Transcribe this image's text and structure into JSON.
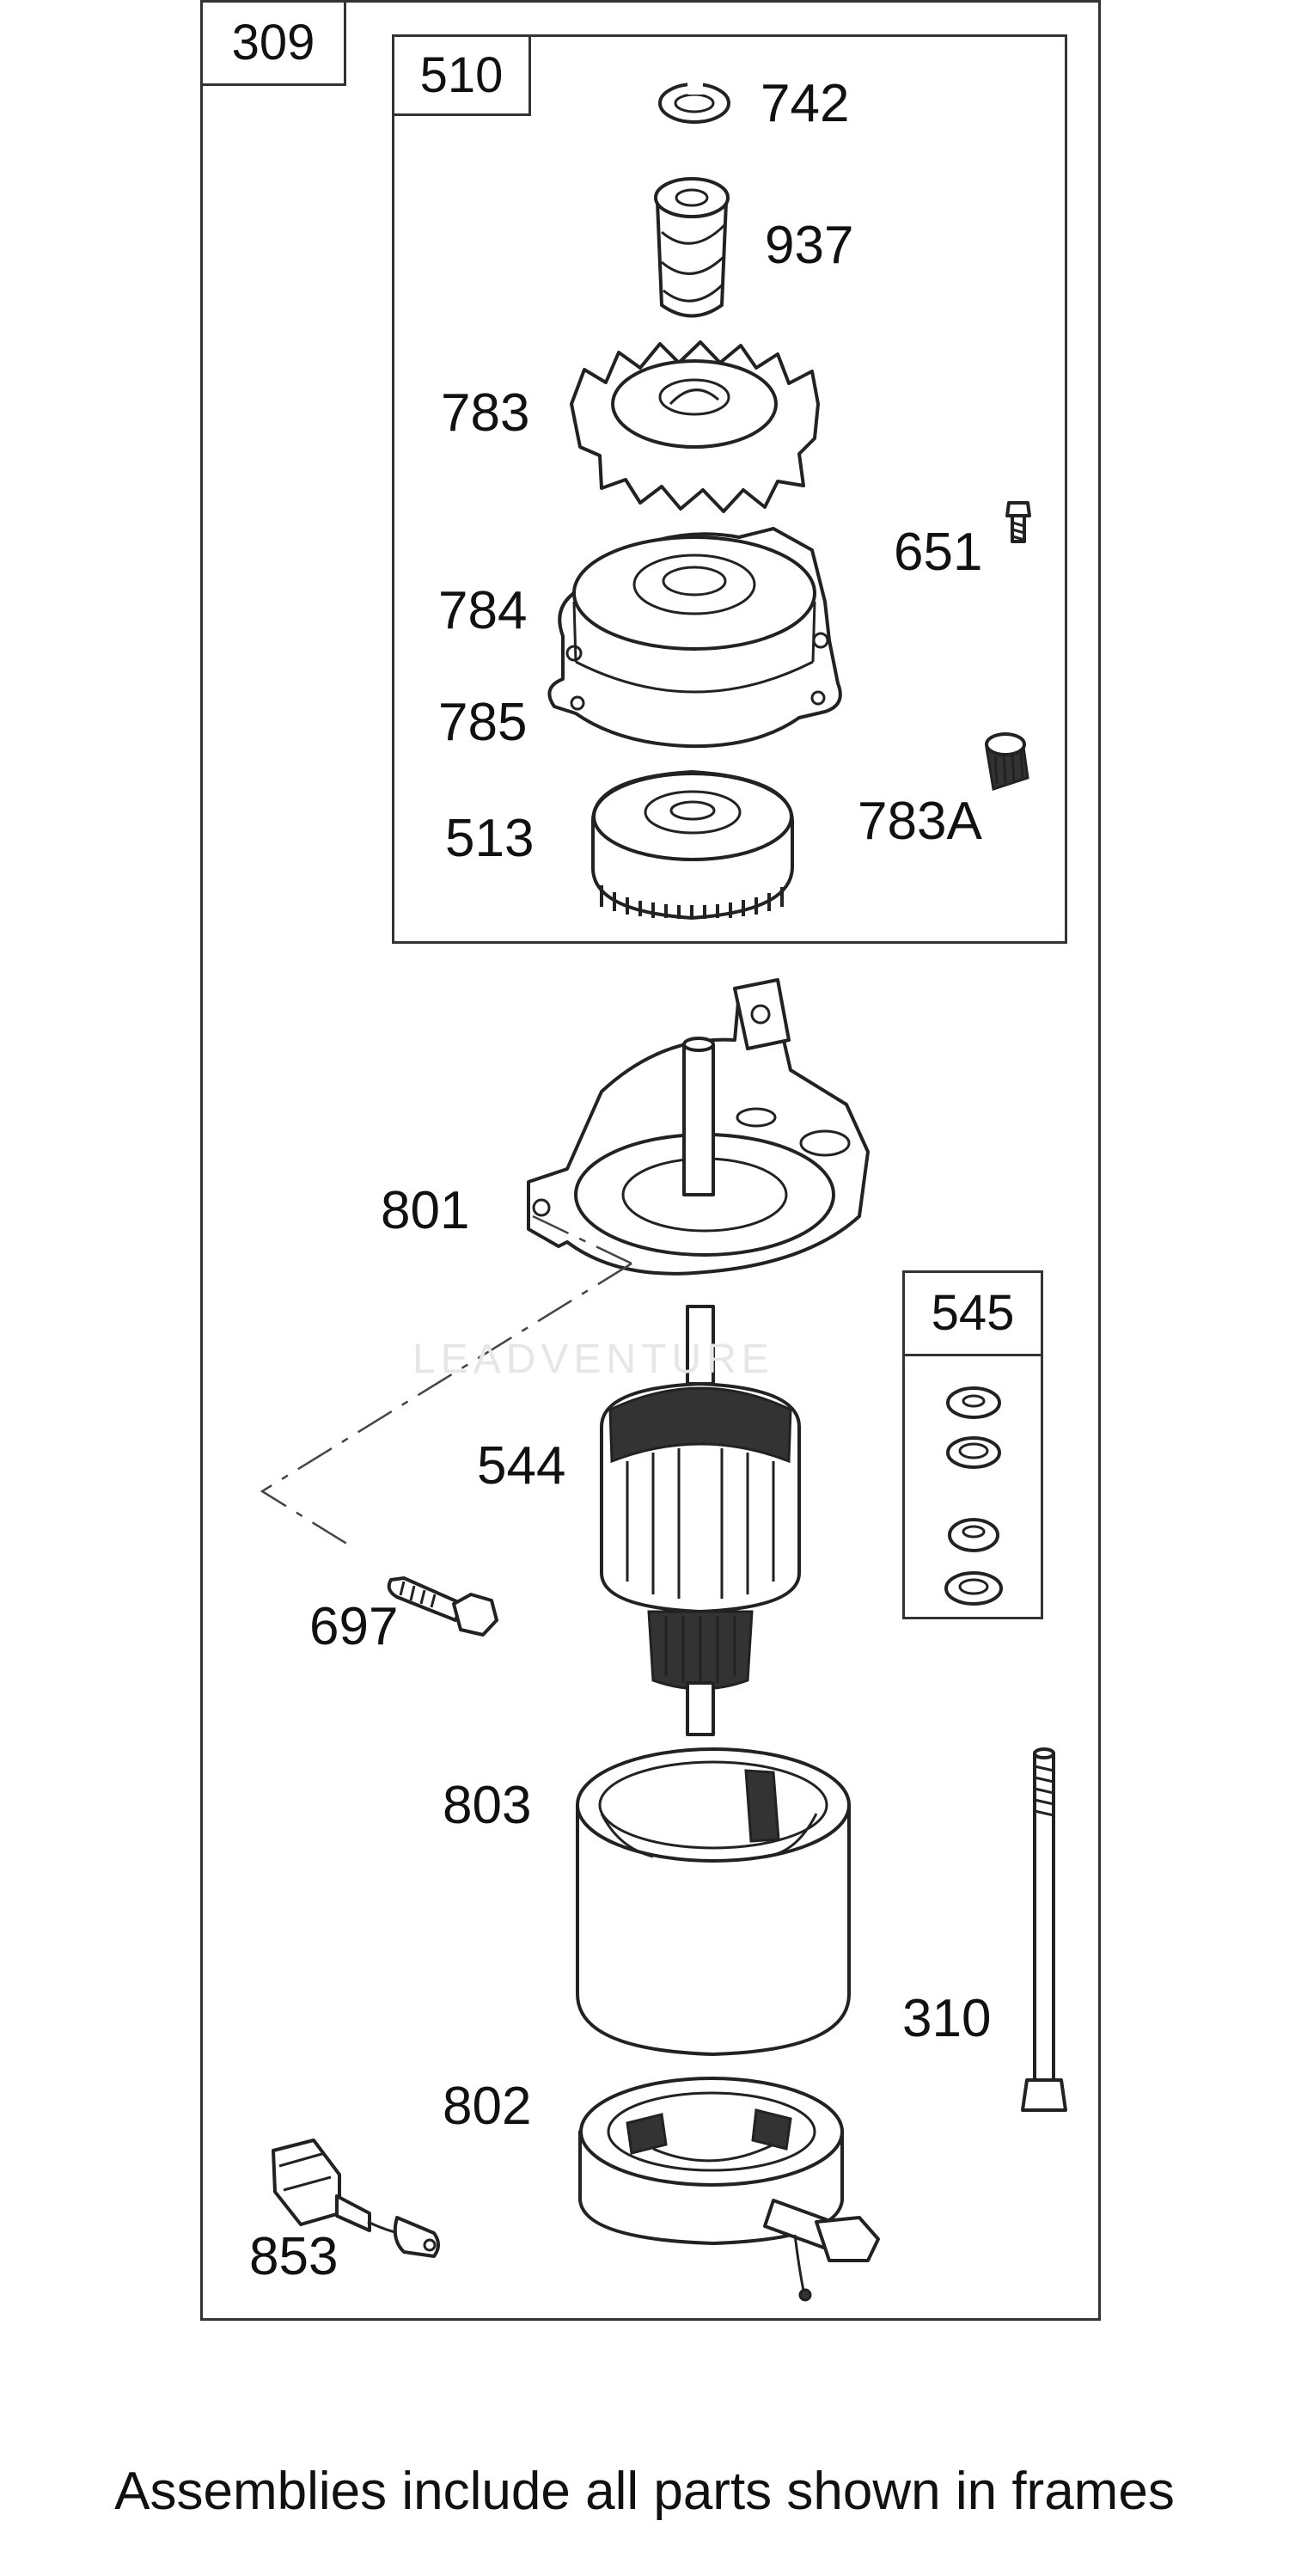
{
  "frames": {
    "outer": {
      "tag": "309"
    },
    "drive_assembly": {
      "tag": "510"
    },
    "bearing_kit": {
      "tag": "545"
    }
  },
  "parts": [
    {
      "id": "742",
      "label": "742"
    },
    {
      "id": "937",
      "label": "937"
    },
    {
      "id": "783",
      "label": "783"
    },
    {
      "id": "651",
      "label": "651"
    },
    {
      "id": "784",
      "label": "784"
    },
    {
      "id": "785",
      "label": "785"
    },
    {
      "id": "783A",
      "label": "783A"
    },
    {
      "id": "513",
      "label": "513"
    },
    {
      "id": "801",
      "label": "801"
    },
    {
      "id": "544",
      "label": "544"
    },
    {
      "id": "697",
      "label": "697"
    },
    {
      "id": "803",
      "label": "803"
    },
    {
      "id": "310",
      "label": "310"
    },
    {
      "id": "802",
      "label": "802"
    },
    {
      "id": "853",
      "label": "853"
    }
  ],
  "watermark": "LEADVENTURE",
  "caption": "Assemblies include all parts shown in frames"
}
